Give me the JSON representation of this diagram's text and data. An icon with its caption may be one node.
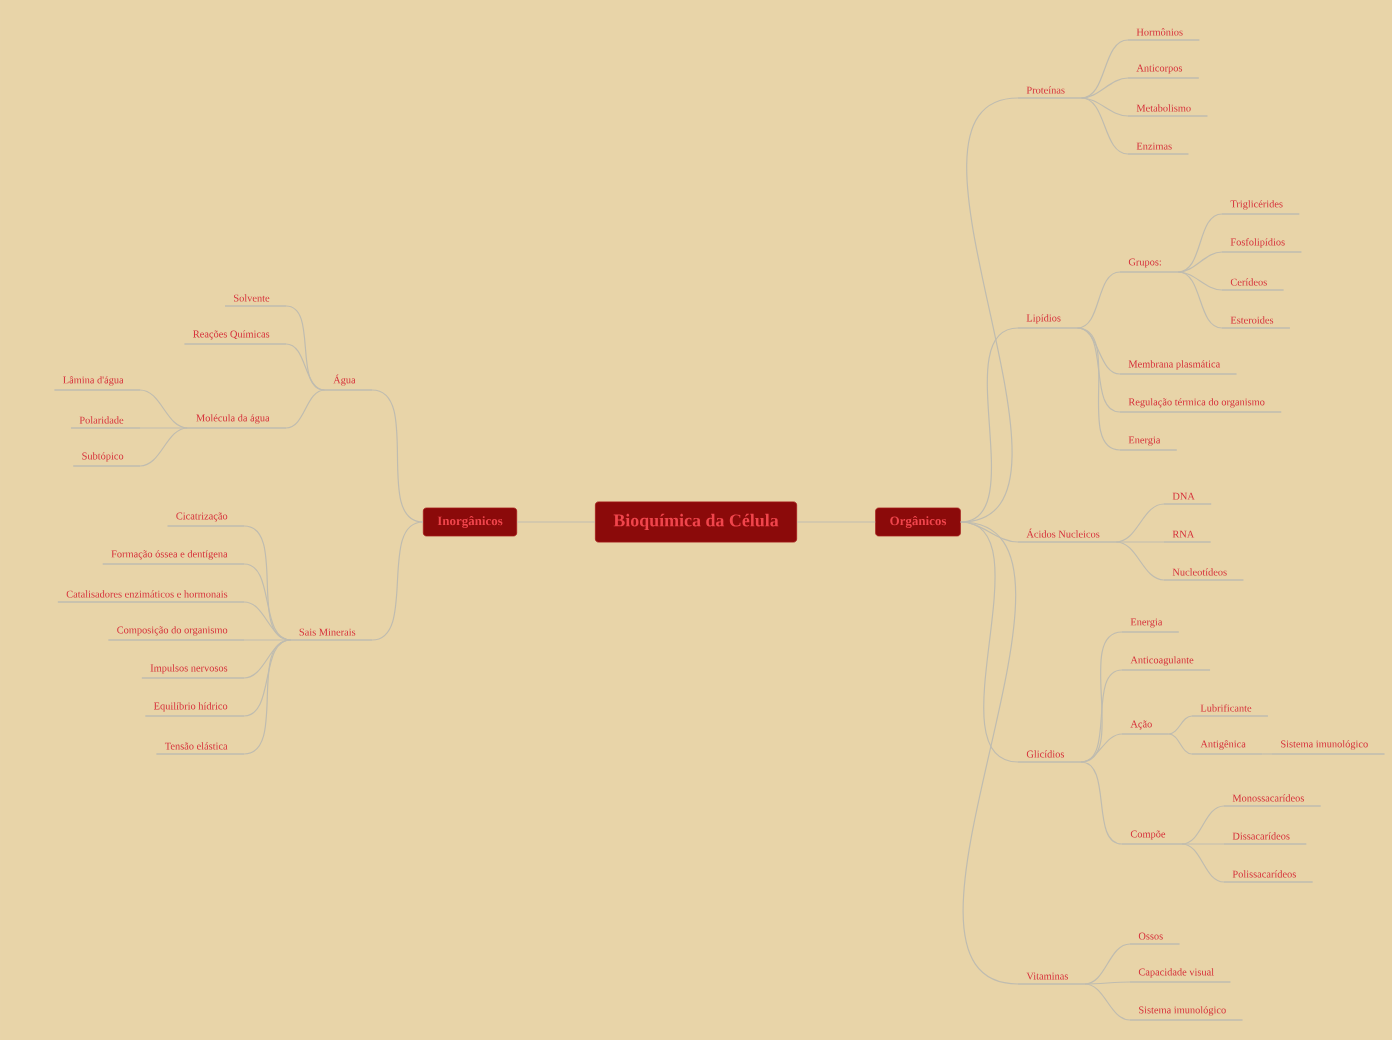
{
  "diagram": {
    "nodes": [
      {
        "text": [
          "Bioquímica da Célula"
        ]
      },
      {
        "text": [
          "Inorgânicos"
        ]
      },
      {
        "text": [
          "Orgânicos"
        ]
      },
      {
        "text": [
          "Água"
        ]
      },
      {
        "text": [
          "Solvente"
        ]
      },
      {
        "text": [
          "Reações Químicas"
        ]
      },
      {
        "text": [
          "Molécula da água"
        ]
      },
      {
        "text": [
          "Lâmina d'água"
        ]
      },
      {
        "text": [
          "Polaridade"
        ]
      },
      {
        "text": [
          "Subtópico"
        ]
      },
      {
        "text": [
          "Sais Minerais"
        ]
      },
      {
        "text": [
          "Cicatrização"
        ]
      },
      {
        "text": [
          "Formação óssea e dentígena"
        ]
      },
      {
        "text": [
          "Catalisadores enzimáticos e hormonais"
        ]
      },
      {
        "text": [
          "Composição do organismo"
        ]
      },
      {
        "text": [
          "Impulsos nervosos"
        ]
      },
      {
        "text": [
          "Equilíbrio hídrico"
        ]
      },
      {
        "text": [
          "Tensão elástica"
        ]
      },
      {
        "text": [
          "Proteínas"
        ]
      },
      {
        "text": [
          "Hormônios"
        ]
      },
      {
        "text": [
          "Anticorpos"
        ]
      },
      {
        "text": [
          "Metabolismo"
        ]
      },
      {
        "text": [
          "Enzimas"
        ]
      },
      {
        "text": [
          "Lipídios"
        ]
      },
      {
        "text": [
          "Grupos:"
        ]
      },
      {
        "text": [
          "Triglicérides"
        ]
      },
      {
        "text": [
          "Fosfolipídios"
        ]
      },
      {
        "text": [
          "Cerídeos"
        ]
      },
      {
        "text": [
          "Esteroides"
        ]
      },
      {
        "text": [
          "Membrana plasmática"
        ]
      },
      {
        "text": [
          "Regulação térmica do organismo"
        ]
      },
      {
        "text": [
          "Energia"
        ]
      },
      {
        "text": [
          "Ácidos Nucleicos"
        ]
      },
      {
        "text": [
          "DNA"
        ]
      },
      {
        "text": [
          "RNA"
        ]
      },
      {
        "text": [
          "Nucleotídeos"
        ]
      },
      {
        "text": [
          "Glicídios"
        ]
      },
      {
        "text": [
          "Energia"
        ]
      },
      {
        "text": [
          "Anticoagulante"
        ]
      },
      {
        "text": [
          "Ação"
        ]
      },
      {
        "text": [
          "Lubrificante"
        ]
      },
      {
        "text": [
          "Antigênica"
        ]
      },
      {
        "text": [
          "Sistema imunológico"
        ]
      },
      {
        "text": [
          "Compõe"
        ]
      },
      {
        "text": [
          "Monossacarídeos"
        ]
      },
      {
        "text": [
          "Dissacarídeos"
        ]
      },
      {
        "text": [
          "Polissacarídeos"
        ]
      },
      {
        "text": [
          "Vitaminas"
        ]
      },
      {
        "text": [
          "Ossos"
        ]
      },
      {
        "text": [
          "Capacidade visual"
        ]
      },
      {
        "text": [
          "Sistema imunológico"
        ]
      }
    ],
    "edges": [
      {
        "from": 0,
        "to": 1,
        "arrow": "none"
      },
      {
        "from": 0,
        "to": 2,
        "arrow": "none"
      },
      {
        "from": 1,
        "to": 3,
        "arrow": "none"
      },
      {
        "from": 3,
        "to": 4,
        "arrow": "none"
      },
      {
        "from": 3,
        "to": 5,
        "arrow": "none"
      },
      {
        "from": 3,
        "to": 6,
        "arrow": "none"
      },
      {
        "from": 6,
        "to": 7,
        "arrow": "none"
      },
      {
        "from": 6,
        "to": 8,
        "arrow": "none"
      },
      {
        "from": 6,
        "to": 9,
        "arrow": "none"
      },
      {
        "from": 1,
        "to": 10,
        "arrow": "none"
      },
      {
        "from": 10,
        "to": 11,
        "arrow": "none"
      },
      {
        "from": 10,
        "to": 12,
        "arrow": "none"
      },
      {
        "from": 10,
        "to": 13,
        "arrow": "none"
      },
      {
        "from": 10,
        "to": 14,
        "arrow": "none"
      },
      {
        "from": 10,
        "to": 15,
        "arrow": "none"
      },
      {
        "from": 10,
        "to": 16,
        "arrow": "none"
      },
      {
        "from": 10,
        "to": 17,
        "arrow": "none"
      },
      {
        "from": 2,
        "to": 18,
        "arrow": "none"
      },
      {
        "from": 18,
        "to": 19,
        "arrow": "none"
      },
      {
        "from": 18,
        "to": 20,
        "arrow": "none"
      },
      {
        "from": 18,
        "to": 21,
        "arrow": "none"
      },
      {
        "from": 18,
        "to": 22,
        "arrow": "none"
      },
      {
        "from": 2,
        "to": 23,
        "arrow": "none"
      },
      {
        "from": 23,
        "to": 24,
        "arrow": "none"
      },
      {
        "from": 24,
        "to": 25,
        "arrow": "none"
      },
      {
        "from": 24,
        "to": 26,
        "arrow": "none"
      },
      {
        "from": 24,
        "to": 27,
        "arrow": "none"
      },
      {
        "from": 24,
        "to": 28,
        "arrow": "none"
      },
      {
        "from": 23,
        "to": 29,
        "arrow": "none"
      },
      {
        "from": 23,
        "to": 30,
        "arrow": "none"
      },
      {
        "from": 23,
        "to": 31,
        "arrow": "none"
      },
      {
        "from": 2,
        "to": 32,
        "arrow": "none"
      },
      {
        "from": 32,
        "to": 33,
        "arrow": "none"
      },
      {
        "from": 32,
        "to": 34,
        "arrow": "none"
      },
      {
        "from": 32,
        "to": 35,
        "arrow": "none"
      },
      {
        "from": 2,
        "to": 36,
        "arrow": "none"
      },
      {
        "from": 36,
        "to": 37,
        "arrow": "none"
      },
      {
        "from": 36,
        "to": 38,
        "arrow": "none"
      },
      {
        "from": 36,
        "to": 39,
        "arrow": "none"
      },
      {
        "from": 39,
        "to": 40,
        "arrow": "none"
      },
      {
        "from": 39,
        "to": 41,
        "arrow": "none"
      },
      {
        "from": 41,
        "to": 42,
        "arrow": "none"
      },
      {
        "from": 36,
        "to": 43,
        "arrow": "none"
      },
      {
        "from": 43,
        "to": 44,
        "arrow": "none"
      },
      {
        "from": 43,
        "to": 45,
        "arrow": "none"
      },
      {
        "from": 43,
        "to": 46,
        "arrow": "none"
      },
      {
        "from": 2,
        "to": 47,
        "arrow": "none"
      },
      {
        "from": 47,
        "to": 48,
        "arrow": "none"
      },
      {
        "from": 47,
        "to": 49,
        "arrow": "none"
      },
      {
        "from": 47,
        "to": 50,
        "arrow": "none"
      }
    ]
  }
}
